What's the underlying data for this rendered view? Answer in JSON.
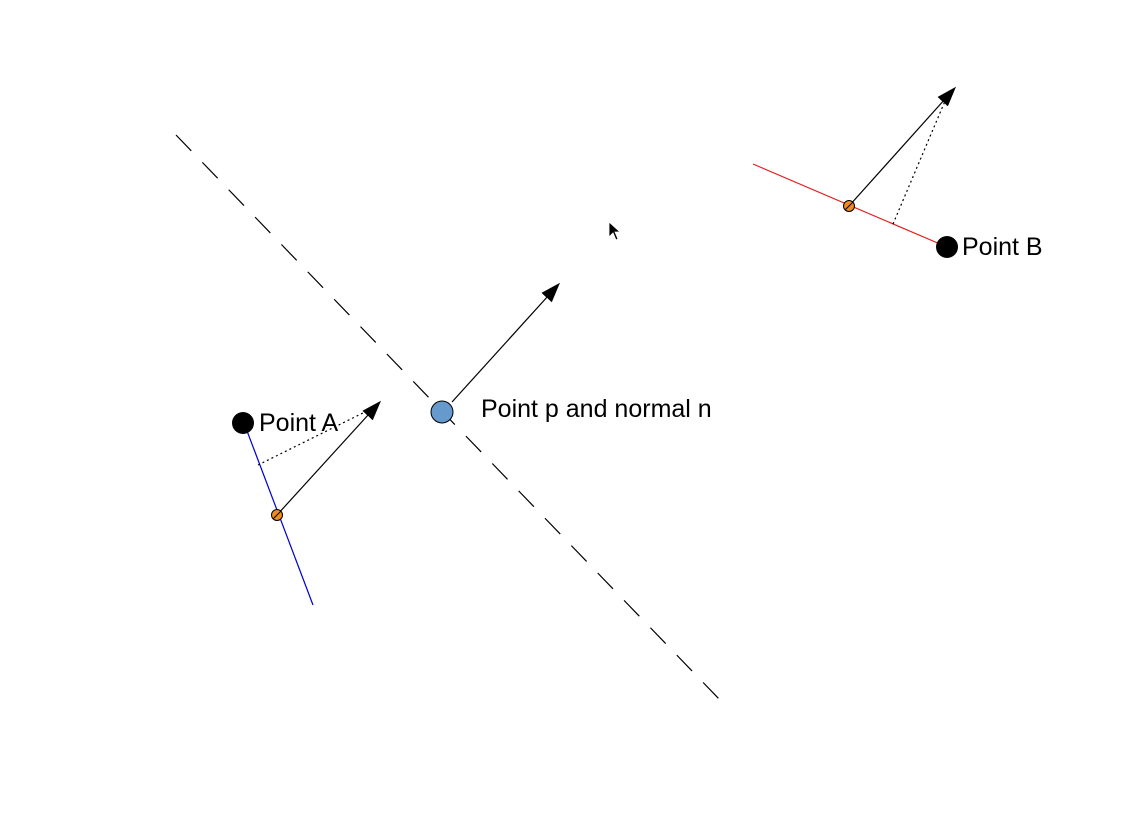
{
  "labels": {
    "point_a": "Point A",
    "point_b": "Point B",
    "point_p": "Point p and normal n"
  },
  "colors": {
    "segment_a": "#0000cc",
    "segment_b": "#e02020",
    "point_p_fill": "#6699cc",
    "projection_fill": "#f08c1e",
    "stroke": "#000000"
  },
  "icons": {
    "cursor": "mouse-pointer-icon"
  }
}
